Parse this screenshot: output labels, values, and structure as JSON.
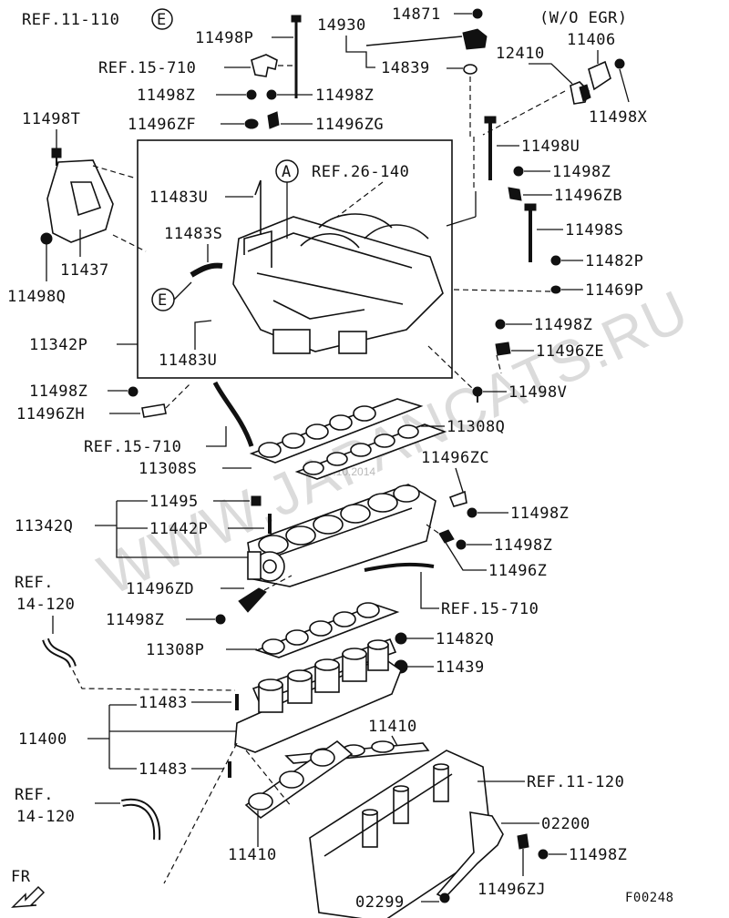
{
  "labels": {
    "ref_11_110": "REF.11-110",
    "callout_e_top": "E",
    "p_11498P": "11498P",
    "p_14930": "14930",
    "p_14871": "14871",
    "wo_egr": "(W/O EGR)",
    "p_11406": "11406",
    "ref_15_710_a": "REF.15-710",
    "p_14839": "14839",
    "p_12410": "12410",
    "p_11498Z_a": "11498Z",
    "p_11498Z_b": "11498Z",
    "p_11498X": "11498X",
    "p_11498T": "11498T",
    "p_11496ZF": "11496ZF",
    "p_11496ZG": "11496ZG",
    "p_11498U": "11498U",
    "callout_a": "A",
    "ref_26_140": "REF.26-140",
    "p_11498Z_c": "11498Z",
    "p_11483U_a": "11483U",
    "p_11496ZB": "11496ZB",
    "p_11483S": "11483S",
    "p_11498S": "11498S",
    "p_11437": "11437",
    "p_11482P": "11482P",
    "callout_e_mid": "E",
    "p_11469P": "11469P",
    "p_11498Q": "11498Q",
    "p_11498Z_d": "11498Z",
    "p_11342P": "11342P",
    "p_11496ZE": "11496ZE",
    "p_11483U_b": "11483U",
    "p_11498V": "11498V",
    "p_11498Z_e": "11498Z",
    "p_11496ZH": "11496ZH",
    "p_11308Q": "11308Q",
    "ref_15_710_b": "REF.15-710",
    "p_11308S": "11308S",
    "p_11496ZC": "11496ZC",
    "p_11495": "11495",
    "p_11498Z_f": "11498Z",
    "p_11342Q": "11342Q",
    "p_11442P": "11442P",
    "p_11498Z_g": "11498Z",
    "p_11496Z": "11496Z",
    "ref_14_120_a_line1": "REF.",
    "ref_14_120_a_line2": "14-120",
    "p_11496ZD": "11496ZD",
    "ref_15_710_c": "REF.15-710",
    "p_11498Z_h": "11498Z",
    "p_11482Q": "11482Q",
    "p_11308P": "11308P",
    "p_11439": "11439",
    "p_11483_a": "11483",
    "p_11410_a": "11410",
    "p_11400": "11400",
    "p_11483_b": "11483",
    "ref_11_120": "REF.11-120",
    "ref_14_120_b_line1": "REF.",
    "ref_14_120_b_line2": "14-120",
    "p_02200": "02200",
    "p_11410_b": "11410",
    "p_11498Z_i": "11498Z",
    "fr": "FR",
    "p_02299": "02299",
    "p_11496ZJ": "11496ZJ",
    "figure_code": "F00248"
  },
  "watermark": {
    "text": "WWW.JAPANCATS.RU",
    "date": "29.10.2014"
  }
}
